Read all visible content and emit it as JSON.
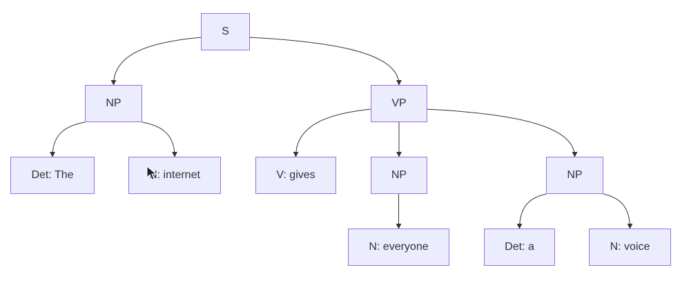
{
  "diagram": {
    "type": "parse-tree",
    "nodes": [
      {
        "id": "s",
        "label": "S"
      },
      {
        "id": "np1",
        "label": "NP"
      },
      {
        "id": "vp",
        "label": "VP"
      },
      {
        "id": "det1",
        "label": "Det: The"
      },
      {
        "id": "n1",
        "label": "N: internet"
      },
      {
        "id": "v",
        "label": "V: gives"
      },
      {
        "id": "np2",
        "label": "NP"
      },
      {
        "id": "np3",
        "label": "NP"
      },
      {
        "id": "n2",
        "label": "N: everyone"
      },
      {
        "id": "det2",
        "label": "Det: a"
      },
      {
        "id": "n3",
        "label": "N: voice"
      }
    ],
    "edges": [
      {
        "from": "s",
        "to": "np1"
      },
      {
        "from": "s",
        "to": "vp"
      },
      {
        "from": "np1",
        "to": "det1"
      },
      {
        "from": "np1",
        "to": "n1"
      },
      {
        "from": "vp",
        "to": "v"
      },
      {
        "from": "vp",
        "to": "np2"
      },
      {
        "from": "vp",
        "to": "np3"
      },
      {
        "from": "np2",
        "to": "n2"
      },
      {
        "from": "np3",
        "to": "det2"
      },
      {
        "from": "np3",
        "to": "n3"
      }
    ]
  },
  "colors": {
    "node_fill": "#ECECFF",
    "node_border": "#9370DB",
    "edge": "#333333",
    "text": "#333333"
  },
  "icons": {
    "cursor": "mouse-pointer-icon"
  }
}
